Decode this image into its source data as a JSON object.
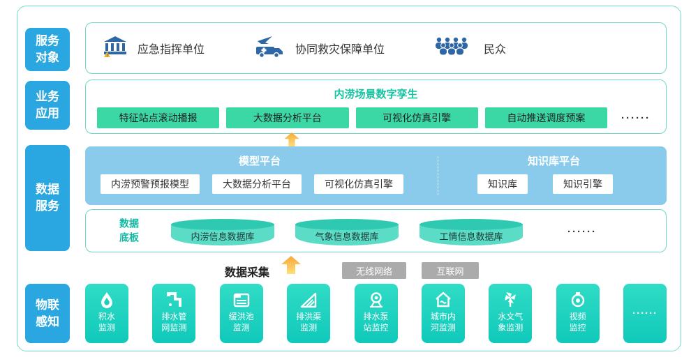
{
  "colors": {
    "sidebar_blue": "#2AA7E0",
    "border_teal": "#6FD9C6",
    "button_green": "#3BD7A5",
    "panel_blue": "#8ACBEC",
    "tile_teal": "#18CFBE",
    "cylinder_teal": "#4ADCC5",
    "network_gray": "#ABABAB",
    "arrow_yellow": "#F5A93B",
    "title_green": "#17C2A0",
    "icon_blue": "#2E66A6"
  },
  "sidebar": {
    "items": [
      {
        "label": "服务\n对象"
      },
      {
        "label": "业务\n应用"
      },
      {
        "label": "数据\n服务"
      },
      {
        "label": "物联\n感知"
      }
    ]
  },
  "service_row": {
    "items": [
      {
        "icon": "emergency-command-building-icon",
        "label": "应急指挥单位"
      },
      {
        "icon": "rescue-transport-icon",
        "label": "协同救灾保障单位"
      },
      {
        "icon": "crowd-icon",
        "label": "民众"
      }
    ]
  },
  "business_row": {
    "title": "内涝场景数字孪生",
    "buttons": [
      "特征站点滚动播报",
      "大数据分析平台",
      "可视化仿真引擎",
      "自动推送调度预案"
    ],
    "more": "······"
  },
  "data_service": {
    "model_platform": {
      "title": "模型平台",
      "items": [
        "内涝预警预报模型",
        "大数据分析平台",
        "可视化仿真引擎"
      ]
    },
    "knowledge_platform": {
      "title": "知识库平台",
      "items": [
        "知识库",
        "知识引擎"
      ]
    },
    "data_base": {
      "label": "数据\n底板",
      "databases": [
        "内涝信息数据库",
        "气象信息数据库",
        "工情信息数据库"
      ],
      "more": "······"
    }
  },
  "collection": {
    "label": "数据采集",
    "networks": [
      "无线网络",
      "互联网"
    ]
  },
  "iot_row": {
    "tiles": [
      {
        "icon": "water-droplet-icon",
        "label": "积水\n监测"
      },
      {
        "icon": "drain-pipe-icon",
        "label": "排水管\n网监测"
      },
      {
        "icon": "detention-pool-icon",
        "label": "缓洪池\n监测"
      },
      {
        "icon": "flood-channel-icon",
        "label": "排洪渠\n监测"
      },
      {
        "icon": "webcam-icon",
        "label": "排水泵\n站监控"
      },
      {
        "icon": "city-river-icon",
        "label": "城市内\n河监测"
      },
      {
        "icon": "windmill-icon",
        "label": "水文气\n象监测"
      },
      {
        "icon": "dome-camera-icon",
        "label": "视频\n监控"
      }
    ],
    "more": "······"
  }
}
